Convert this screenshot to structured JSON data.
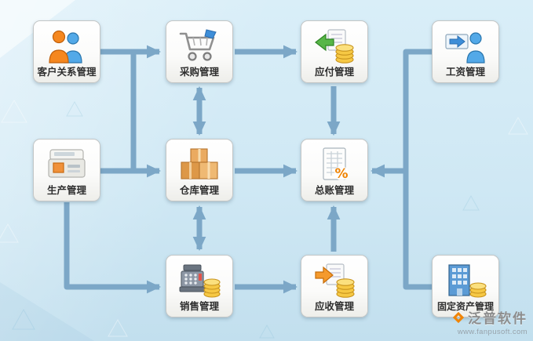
{
  "diagram": {
    "nodes": [
      {
        "id": "crm",
        "label": "客户关系管理",
        "icon": "two-people-icon"
      },
      {
        "id": "purchase",
        "label": "采购管理",
        "icon": "shopping-cart-icon"
      },
      {
        "id": "payable",
        "label": "应付管理",
        "icon": "green-arrow-coins-icon"
      },
      {
        "id": "salary",
        "label": "工资管理",
        "icon": "person-paycard-icon"
      },
      {
        "id": "production",
        "label": "生产管理",
        "icon": "production-machine-icon"
      },
      {
        "id": "warehouse",
        "label": "仓库管理",
        "icon": "cargo-boxes-icon"
      },
      {
        "id": "ledger",
        "label": "总账管理",
        "icon": "ledger-percent-icon"
      },
      {
        "id": "sales",
        "label": "销售管理",
        "icon": "cash-register-coins-icon"
      },
      {
        "id": "receivable",
        "label": "应收管理",
        "icon": "orange-arrow-coins-icon"
      },
      {
        "id": "assets",
        "label": "固定资产管理",
        "icon": "building-coins-icon"
      }
    ],
    "edges": [
      {
        "from": "客户关系管理",
        "to": "采购管理",
        "style": "arrow"
      },
      {
        "from": "生产管理",
        "to": "采购管理",
        "style": "arrow"
      },
      {
        "from": "生产管理",
        "to": "仓库管理",
        "style": "arrow"
      },
      {
        "from": "生产管理",
        "to": "销售管理",
        "style": "arrow"
      },
      {
        "from": "采购管理",
        "to": "仓库管理",
        "style": "double-arrow"
      },
      {
        "from": "仓库管理",
        "to": "销售管理",
        "style": "double-arrow"
      },
      {
        "from": "采购管理",
        "to": "应付管理",
        "style": "arrow"
      },
      {
        "from": "应付管理",
        "to": "总账管理",
        "style": "arrow"
      },
      {
        "from": "仓库管理",
        "to": "总账管理",
        "style": "arrow"
      },
      {
        "from": "销售管理",
        "to": "应收管理",
        "style": "arrow"
      },
      {
        "from": "应收管理",
        "to": "总账管理",
        "style": "arrow"
      },
      {
        "from": "工资管理",
        "to": "总账管理",
        "style": "arrow"
      },
      {
        "from": "固定资产管理",
        "to": "总账管理",
        "style": "arrow"
      }
    ]
  },
  "watermark": {
    "brand": "泛普软件",
    "url": "www.fanpusoft.com"
  },
  "colors": {
    "background": "#cfe8f4",
    "arrow": "#7ca7c7",
    "node_border": "#c3c6c6",
    "label_text": "#2e2e2e",
    "watermark_text": "#8d8d8d",
    "watermark_accent": "#f08300"
  }
}
